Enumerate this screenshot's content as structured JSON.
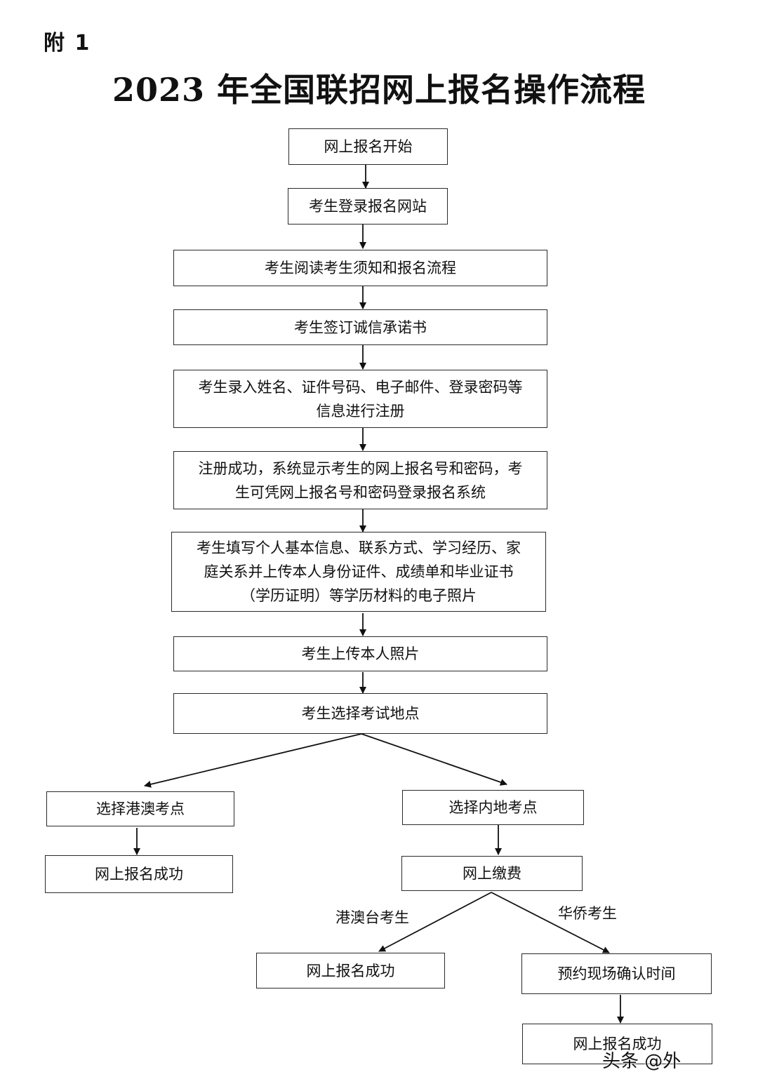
{
  "appendix": "附 1",
  "title": "2023 年全国联招网上报名操作流程",
  "steps": {
    "s1": "网上报名开始",
    "s2": "考生登录报名网站",
    "s3": "考生阅读考生须知和报名流程",
    "s4": "考生签订诚信承诺书",
    "s5": [
      "考生录入姓名、证件号码、电子邮件、登录密码等",
      "信息进行注册"
    ],
    "s6": [
      "注册成功，系统显示考生的网上报名号和密码，考",
      "生可凭网上报名号和密码登录报名系统"
    ],
    "s7": [
      "考生填写个人基本信息、联系方式、学习经历、家",
      "庭关系并上传本人身份证件、成绩单和毕业证书",
      "（学历证明）等学历材料的电子照片"
    ],
    "s8": "考生上传本人照片",
    "s9": "考生选择考试地点",
    "left_a": "选择港澳考点",
    "left_b": "网上报名成功",
    "right_a": "选择内地考点",
    "right_b": "网上缴费",
    "branch_hmt": "网上报名成功",
    "branch_oc1": "预约现场确认时间",
    "branch_oc2": "网上报名成功"
  },
  "edge_labels": {
    "hmt": "港澳台考生",
    "overseas": "华侨考生"
  },
  "watermark": "头条 @外"
}
